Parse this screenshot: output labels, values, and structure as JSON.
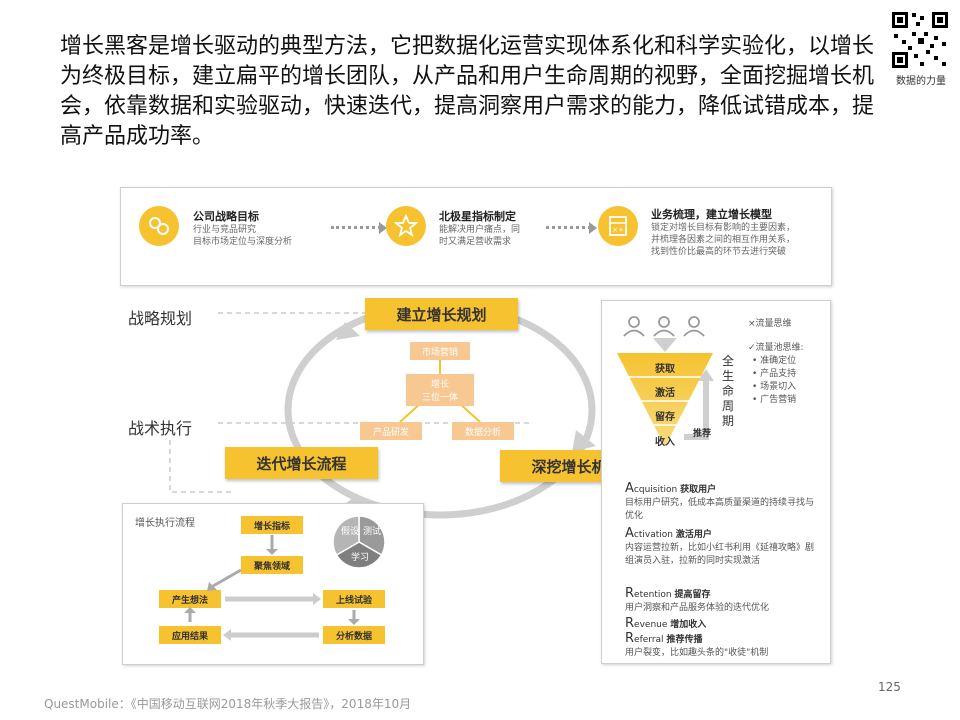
{
  "intro": "增长黑客是增长驱动的典型方法，它把数据化运营实现体系化和科学实验化，以增长为终极目标，建立扁平的增长团队，从产品和用户生命周期的视野，全面挖掘增长机会，依靠数据和实验驱动，快速迭代，提高洞察用户需求的能力，降低试错成本，提高产品成功率。",
  "qr_caption": "数据的力量",
  "top_steps": [
    {
      "title": "公司战略目标",
      "lines": [
        "行业与竞品研究",
        "目标市场定位与深度分析"
      ],
      "icon": "gears-icon"
    },
    {
      "title": "北极星指标制定",
      "lines": [
        "能解决用户痛点，同",
        "时又满足营收需求"
      ],
      "icon": "star-hand-icon"
    },
    {
      "title": "业务梳理，建立增长模型",
      "lines": [
        "锁定对增长目标有影响的主要因素，",
        "并梳理各因素之间的相互作用关系，",
        "找到性价比最高的环节去进行突破"
      ],
      "icon": "calculator-icon"
    }
  ],
  "side_labels": {
    "strategy": "战略规划",
    "tactics": "战术执行"
  },
  "cycle": {
    "plan": "建立增长规划",
    "explore": "深挖增长机会",
    "iterate": "迭代增长流程",
    "market": "市场营销",
    "center": [
      "增长",
      "三位一体"
    ],
    "product": "产品研发",
    "data": "数据分析"
  },
  "process": {
    "title": "增长执行流程",
    "metric": "增长指标",
    "focus": "聚焦领域",
    "idea": "产生想法",
    "apply": "应用结果",
    "launch": "上线试验",
    "analyze": "分析数据",
    "pie": [
      "假设",
      "测试",
      "学习"
    ]
  },
  "funnel": {
    "traffic_title": "×流量思维",
    "pool_title": "✓流量池思维:",
    "pool_items": [
      "准确定位",
      "产品支持",
      "场景切入",
      "广告营销"
    ],
    "stages": [
      "获取",
      "激活",
      "留存",
      "收入"
    ],
    "recommend": "推荐",
    "lifecycle": "全生命周期",
    "colors": {
      "top": "#f6c230",
      "bottom": "#f7dc7e"
    }
  },
  "aarrr": [
    {
      "initial": "A",
      "rest": "cquisition",
      "cn": "获取用户",
      "desc": "目标用户研究，低成本高质量渠道的持续寻找与优化"
    },
    {
      "initial": "A",
      "rest": "ctivation",
      "cn": "激活用户",
      "desc": "内容运营拉新，比如小红书利用《延禧攻略》剧组演员入驻，拉新的同时实现激活"
    },
    {
      "initial": "R",
      "rest": "etention",
      "cn": "提高留存",
      "desc": "用户洞察和产品服务体验的迭代优化"
    },
    {
      "initial": "R",
      "rest": "evenue",
      "cn": "增加收入",
      "desc": ""
    },
    {
      "initial": "R",
      "rest": "eferral",
      "cn": "推荐传播",
      "desc": "用户裂变，比如趣头条的\"收徒\"机制"
    }
  ],
  "page_number": "125",
  "source": "QuestMobile：《中国移动互联网2018年秋季大报告》，2018年10月",
  "accent_color": "#f6c230"
}
